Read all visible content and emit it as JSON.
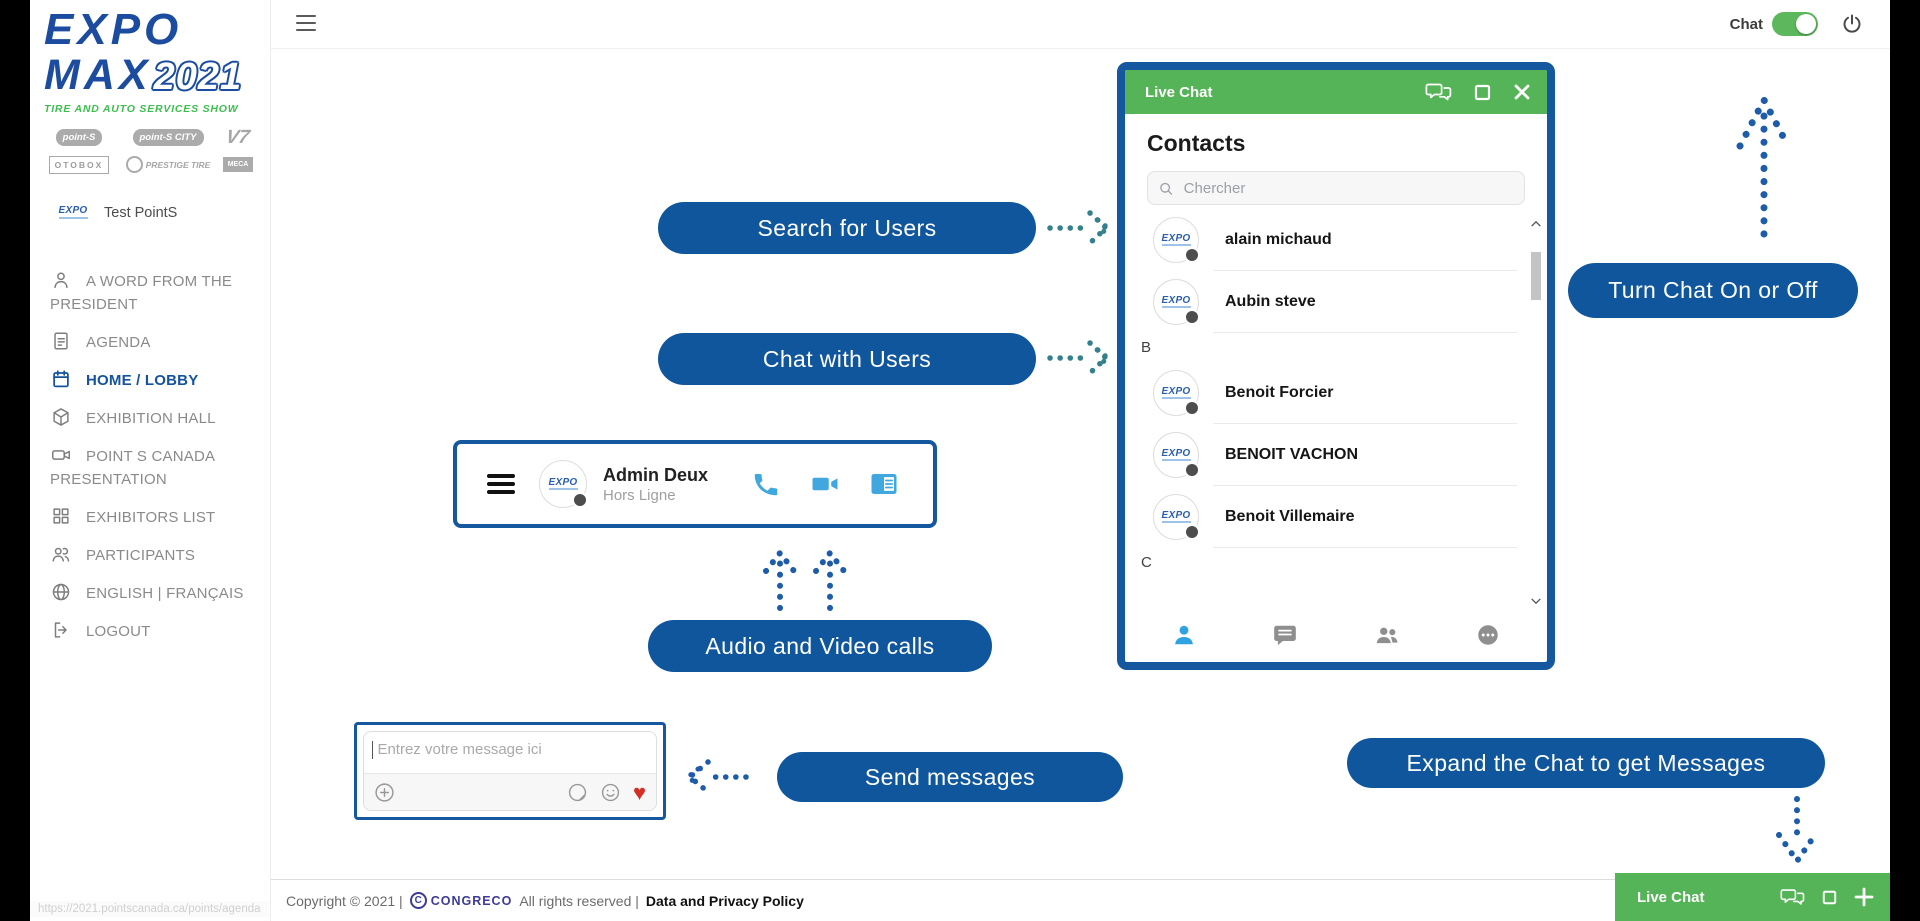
{
  "header": {
    "chat_toggle_label": "Chat",
    "chat_toggle_state": "on"
  },
  "sidebar": {
    "logo": {
      "expo": "EXPO",
      "max": "MAX",
      "year": "2021",
      "tagline": "TIRE AND AUTO SERVICES SHOW"
    },
    "sponsors": {
      "s1": "point-S",
      "s2": "point-S CITY",
      "s3": "V7",
      "s4": "OTOBOX",
      "s5": "PRESTIGE TIRE",
      "s6": "MECA"
    },
    "user_name": "Test PointS",
    "items": [
      {
        "label": "A WORD FROM THE PRESIDENT",
        "icon": "person-icon",
        "active": false
      },
      {
        "label": "AGENDA",
        "icon": "document-icon",
        "active": false
      },
      {
        "label": "HOME / LOBBY",
        "icon": "calendar-icon",
        "active": true
      },
      {
        "label": "EXHIBITION HALL",
        "icon": "cube-icon",
        "active": false
      },
      {
        "label": "POINT S CANADA PRESENTATION",
        "icon": "video-camera-icon",
        "active": false
      },
      {
        "label": "EXHIBITORS LIST",
        "icon": "grid-icon",
        "active": false
      },
      {
        "label": "PARTICIPANTS",
        "icon": "people-icon",
        "active": false
      },
      {
        "label": "ENGLISH | FRANÇAIS",
        "icon": "globe-icon",
        "active": false
      },
      {
        "label": "LOGOUT",
        "icon": "logout-icon",
        "active": false
      }
    ]
  },
  "callouts": {
    "search_users": "Search for Users",
    "chat_users": "Chat with Users",
    "audio_video": "Audio and Video calls",
    "send_messages": "Send messages",
    "toggle_chat": "Turn Chat On or Off",
    "expand_chat": "Expand the Chat to get Messages"
  },
  "call_widget": {
    "name": "Admin Deux",
    "status": "Hors Ligne"
  },
  "message_widget": {
    "placeholder": "Entrez votre message ici"
  },
  "chat_panel": {
    "title": "Live Chat",
    "heading": "Contacts",
    "search_placeholder": "Chercher",
    "list": [
      {
        "type": "contact",
        "name": "alain michaud"
      },
      {
        "type": "contact",
        "name": "Aubin steve"
      },
      {
        "type": "letter",
        "name": "B"
      },
      {
        "type": "contact",
        "name": "Benoit Forcier"
      },
      {
        "type": "contact",
        "name": "BENOIT VACHON"
      },
      {
        "type": "contact",
        "name": "Benoit Villemaire"
      },
      {
        "type": "letter",
        "name": "C"
      }
    ]
  },
  "chat_bar": {
    "title": "Live Chat"
  },
  "footer": {
    "copyright": "Copyright © 2021 |",
    "brand": "CONGRECO",
    "rights": "All rights reserved |",
    "privacy": "Data and Privacy Policy"
  },
  "status_link": "https://2021.pointscanada.ca/points/agenda",
  "avatar": {
    "logo_text": "EXPO"
  },
  "icons": {
    "heart": "♥"
  },
  "colors": {
    "pill-blue": "#10569D",
    "panel-border": "#15589F",
    "green": "#56B458",
    "toggle-green": "#5CB85C",
    "icon-blue": "#41A8DF",
    "active-tab-blue": "#2FA3DF",
    "arrow-navy": "#1D5CA8",
    "arrow-teal": "#35808D",
    "brand-blue": "#1B4CA0",
    "brand-green": "#3DBE4E",
    "heart-red": "#D22F27",
    "congreco-purple": "#3D3A99"
  }
}
